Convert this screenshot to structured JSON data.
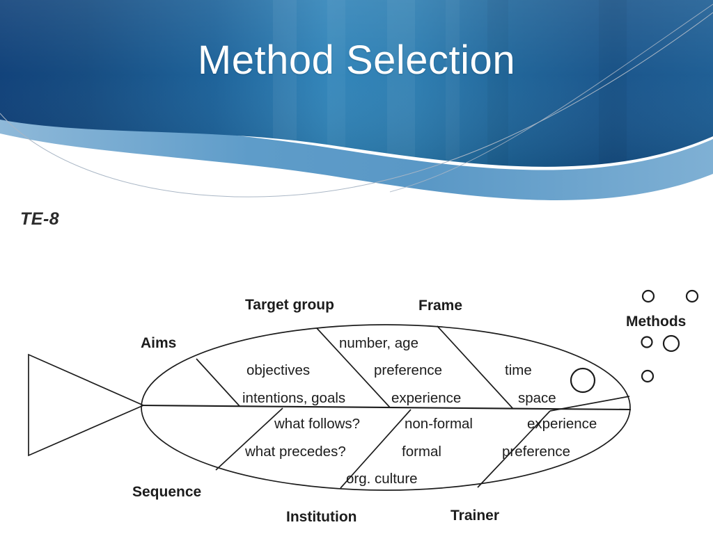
{
  "slide": {
    "title": "Method Selection",
    "code": "TE-8",
    "background": "#ffffff"
  },
  "theme": {
    "banner_dark": "#12447e",
    "banner_mid": "#1b6ba8",
    "banner_light": "#2e86c1",
    "banner_accent": "#5b9fd0",
    "banner_hairline": "#b9c6d4",
    "title_color": "#ffffff",
    "diagram_ink": "#1c1c1c"
  },
  "diagram": {
    "name": "fishbone-diagram",
    "type": "fishbone",
    "methods_label": "Methods",
    "categories": [
      {
        "id": "aims",
        "label": "Aims",
        "side": "upper",
        "items": [
          "objectives",
          "intentions, goals"
        ]
      },
      {
        "id": "target-group",
        "label": "Target group",
        "side": "upper",
        "items": [
          "number, age",
          "preference",
          "experience"
        ]
      },
      {
        "id": "frame",
        "label": "Frame",
        "side": "upper",
        "items": [
          "time",
          "space"
        ]
      },
      {
        "id": "sequence",
        "label": "Sequence",
        "side": "lower",
        "items": [
          "what follows?",
          "what precedes?"
        ]
      },
      {
        "id": "institution",
        "label": "Institution",
        "side": "lower",
        "items": [
          "non-formal",
          "formal",
          "org. culture"
        ]
      },
      {
        "id": "trainer",
        "label": "Trainer",
        "side": "lower",
        "items": [
          "experience",
          "preference"
        ]
      }
    ],
    "labels": {
      "aims": "Aims",
      "target_group": "Target group",
      "frame": "Frame",
      "sequence": "Sequence",
      "institution": "Institution",
      "trainer": "Trainer",
      "methods": "Methods"
    },
    "items": {
      "objectives": "objectives",
      "intentions_goals": "intentions, goals",
      "number_age": "number, age",
      "preference_tg": "preference",
      "experience_tg": "experience",
      "time": "time",
      "space": "space",
      "what_follows": "what follows?",
      "what_precedes": "what precedes?",
      "non_formal": "non-formal",
      "formal": "formal",
      "org_culture": "org. culture",
      "experience_tr": "experience",
      "preference_tr": "preference"
    },
    "bubble_count": 5
  }
}
